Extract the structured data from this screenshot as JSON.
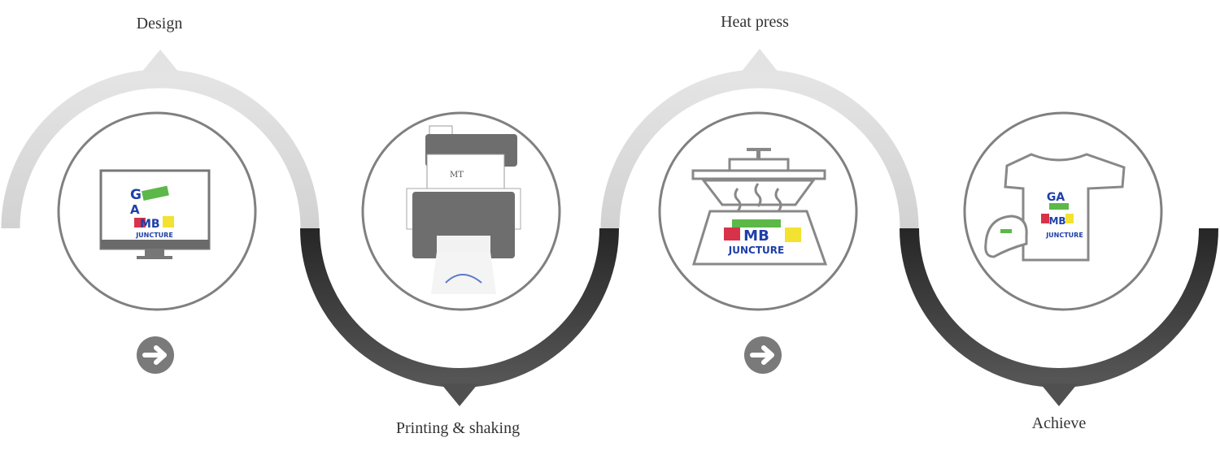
{
  "steps": [
    {
      "label": "Design",
      "icon": "monitor-icon"
    },
    {
      "label": "Printing & shaking",
      "icon": "printer-icon"
    },
    {
      "label": "Heat press",
      "icon": "heat-press-icon"
    },
    {
      "label": "Achieve",
      "icon": "tshirt-cap-icon"
    }
  ],
  "logo_text": "JUNCTURE",
  "printer_brand": "MT",
  "colors": {
    "light_arc": "#dcdcdc",
    "dark_arc": "#3a3a3a",
    "circle_border": "#808080",
    "arrow": "#7a7a7a",
    "logo_blue": "#1f3fa8",
    "logo_green": "#5cb848"
  }
}
